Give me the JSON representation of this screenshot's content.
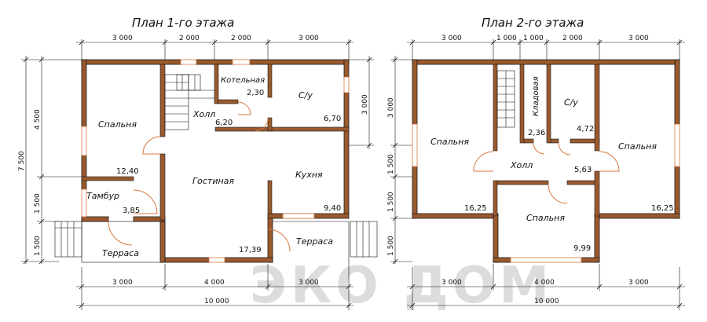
{
  "plans": {
    "floor1": {
      "title": "План 1-го этажа",
      "rooms": {
        "bedroom": {
          "name": "Спальня",
          "area": "12,40"
        },
        "boiler": {
          "name": "Котельная",
          "area": "2,30"
        },
        "hall": {
          "name": "Холл",
          "area": "6,20"
        },
        "wc": {
          "name": "С/у",
          "area": "6,70"
        },
        "living": {
          "name": "Гостиная",
          "area": "17,39"
        },
        "kitchen": {
          "name": "Кухня",
          "area": "9,40"
        },
        "vestibule": {
          "name": "Тамбур",
          "area": "3,85"
        },
        "terrace_left": {
          "name": "Терраса"
        },
        "terrace_right": {
          "name": "Терраса"
        }
      },
      "dims_top": [
        "3 000",
        "2 000",
        "2 000",
        "3 000"
      ],
      "dims_bottom": [
        "3 000",
        "4 000",
        "3 000"
      ],
      "dim_total": "10 000",
      "dims_left": [
        "4 500",
        "1 500",
        "1 500"
      ],
      "dim_left_total": "7 500",
      "dim_right": "3 000"
    },
    "floor2": {
      "title": "План 2-го этажа",
      "rooms": {
        "bedroom_left": {
          "name": "Спальня",
          "area": "16,25"
        },
        "storage": {
          "name": "Кладовая",
          "area": "2,36"
        },
        "wc": {
          "name": "С/у",
          "area": "4,72"
        },
        "hall": {
          "name": "Холл",
          "area": "5,63"
        },
        "bedroom_right": {
          "name": "Спальня",
          "area": "16,25"
        },
        "bedroom_bottom": {
          "name": "Спальня",
          "area": "9,99"
        }
      },
      "dims_top": [
        "3 000",
        "1 000",
        "1 000",
        "2 000",
        "3 000"
      ],
      "dims_bottom": [
        "3 000",
        "4 000",
        "3 000"
      ],
      "dim_total": "10 000",
      "dims_left": [
        "3 000",
        "1 500",
        "1 500",
        "1 500"
      ]
    }
  },
  "watermark": "ЭКО ДОМ"
}
